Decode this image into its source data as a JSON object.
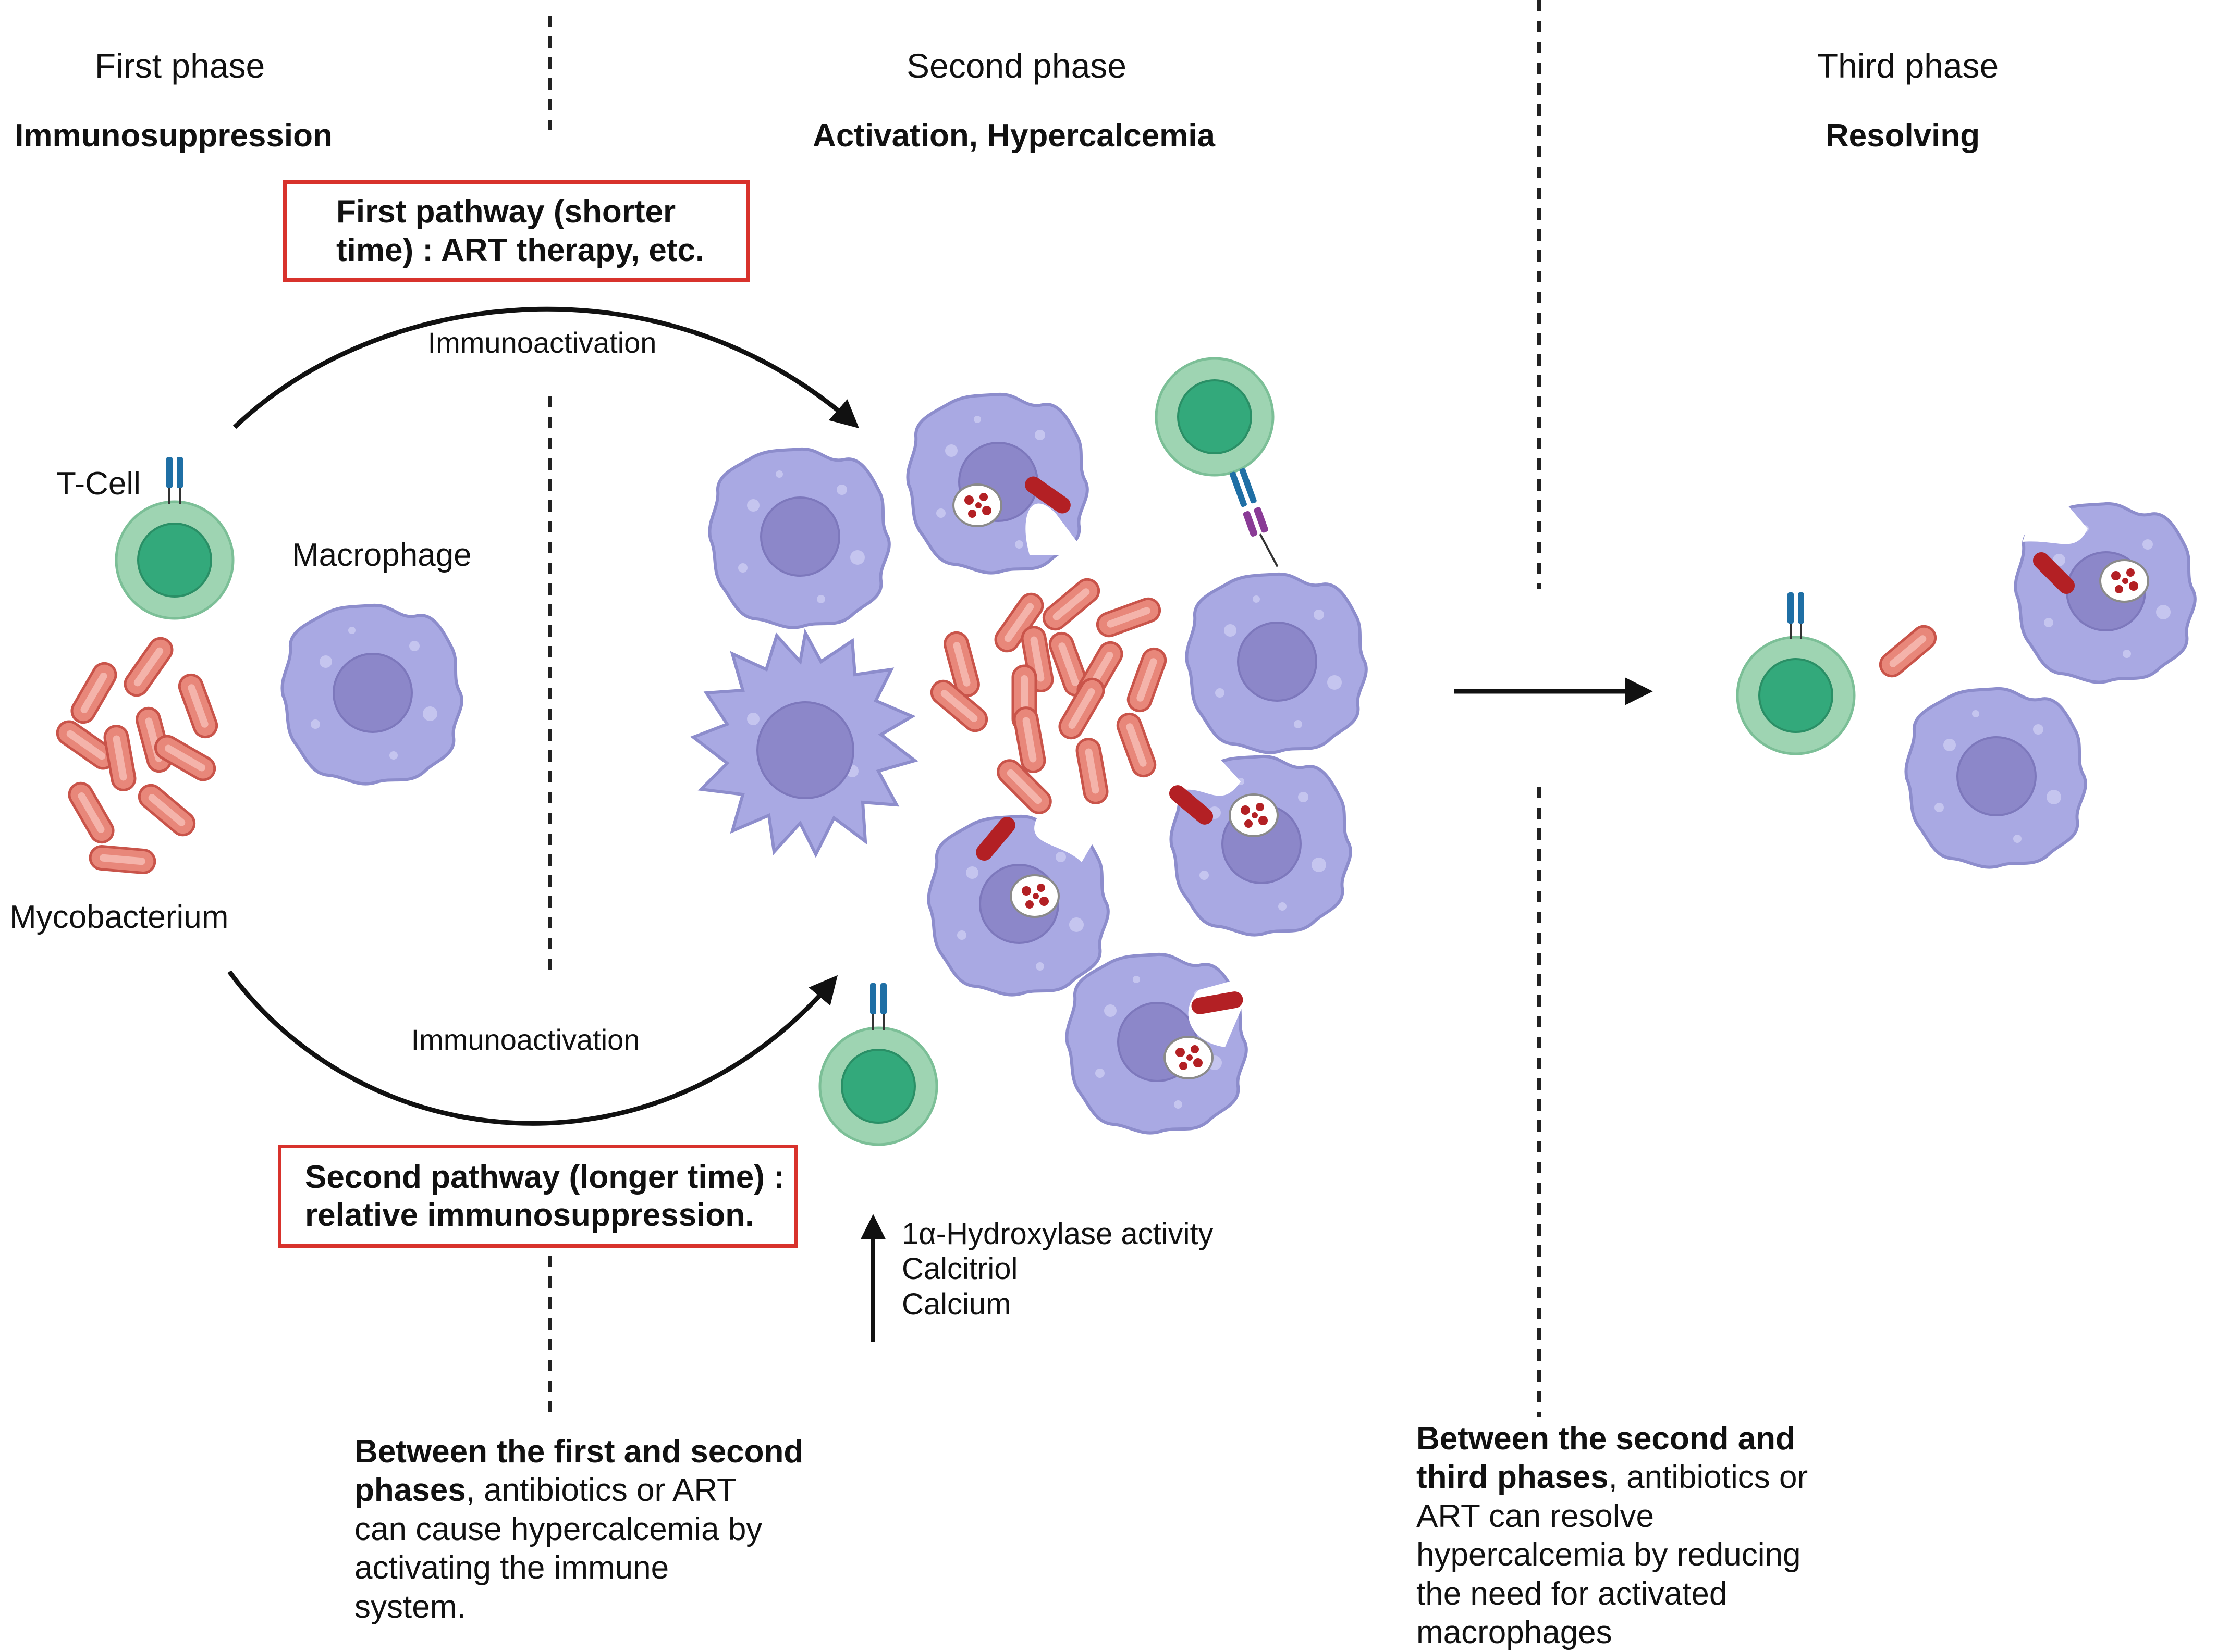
{
  "phases": {
    "first": {
      "title": "First phase",
      "subtitle": "Immunosuppression"
    },
    "second": {
      "title": "Second phase",
      "subtitle": "Activation, Hypercalcemia"
    },
    "third": {
      "title": "Third phase",
      "subtitle": "Resolving"
    }
  },
  "pathways": {
    "first_line1": "First pathway (shorter",
    "first_line2": "time) : ART therapy, etc.",
    "second_line1": "Second pathway (longer time) :",
    "second_line2": "relative immunosuppression."
  },
  "labels": {
    "tcell": "T-Cell",
    "macrophage": "Macrophage",
    "mycobacterium": "Mycobacterium",
    "immunoactivation_top": "Immunoactivation",
    "immunoactivation_bottom": "Immunoactivation"
  },
  "markers": {
    "line1": "1α-Hydroxylase activity",
    "line2": "Calcitriol",
    "line3": "Calcium"
  },
  "notes": {
    "first_to_second": {
      "bold1": "Between the first and second",
      "bold2": "phases",
      "rest1": ", antibiotics or ART",
      "line3": "can cause hypercalcemia by",
      "line4": "activating the immune",
      "line5": "system."
    },
    "second_to_third": {
      "bold1": "Between the second and",
      "bold2": "third phases",
      "rest1": ", antibiotics or",
      "line3": "ART can resolve",
      "line4": "hypercalcemia by reducing",
      "line5": "the need for activated",
      "line6": "macrophages"
    }
  },
  "colors": {
    "macrophage_fill": "#a9a9e3",
    "macrophage_nucleus": "#8c87c9",
    "tcell_outer": "#9ed4b2",
    "tcell_inner": "#33a97b",
    "bacterium": "#e8877a",
    "bacterium_dark": "#b32024",
    "receptor": "#1f6fa5",
    "mhc": "#8a3b96",
    "box_border": "#d8322c"
  }
}
